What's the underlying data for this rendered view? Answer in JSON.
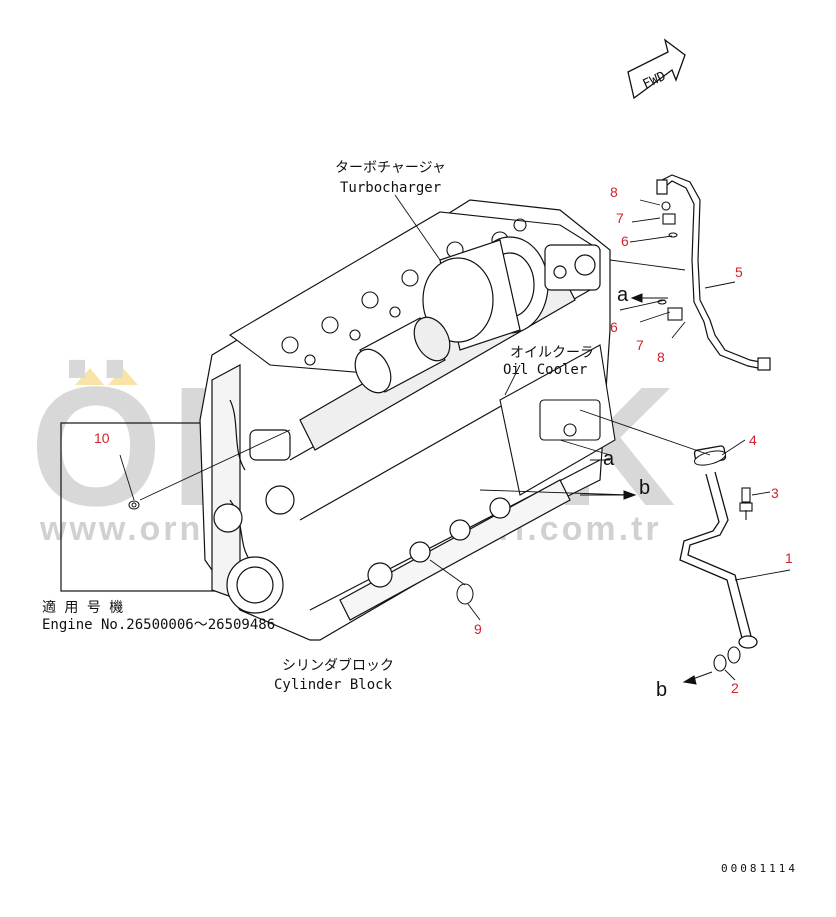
{
  "labels": {
    "turbo_jp": "ターボチャージャ",
    "turbo_en": "Turbocharger",
    "oil_jp": "オイルクーラ",
    "oil_en": "Oil Cooler",
    "cyl_jp": "シリンダブロック",
    "cyl_en": "Cylinder Block",
    "applic_jp": "適 用 号 機",
    "applic_en": "Engine No.26500006～26509486",
    "fwd": "FWD"
  },
  "callouts": [
    "1",
    "2",
    "3",
    "4",
    "5",
    "6",
    "7",
    "8",
    "9",
    "10"
  ],
  "letters": {
    "a": "a",
    "b": "b"
  },
  "watermark": {
    "brand": "ÖRNEK",
    "url": "www.ornekyedekparcalari.com.tr"
  },
  "drawing_code": "00081114",
  "colors": {
    "callout": "#d2232a",
    "line": "#111111",
    "watermark": "#b0b0b0",
    "accent": "#f2c23b"
  }
}
